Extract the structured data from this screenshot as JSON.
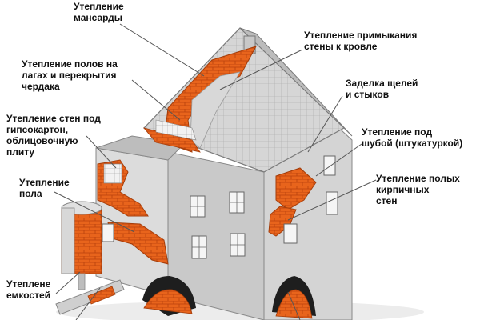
{
  "labels": {
    "attic": "Утепление\nмансарды",
    "floors_on_joists": "Утепление полов на\nлагах и перекрытия\nчердака",
    "roof_junction": "Утепление примыкания\nстены к кровле",
    "cracks_joints": "Заделка щелей\nи стыков",
    "walls_drywall": "Утепление стен под\nгипсокартон,\nоблицовочную\nплиту",
    "under_plaster": "Утепление под\nшубой (штукатуркой)",
    "floor": "Утепление\nпола",
    "hollow_brick": "Утепление полых\nкирпичных\nстен",
    "tanks": "Утеплене\nемкостей"
  },
  "colors": {
    "insulation": "#e8641c",
    "insulation_dark": "#b8400c",
    "wall_light": "#e3e3e3",
    "wall_shade": "#c4c4c4",
    "roof": "#d6d6d6",
    "leader": "#555555",
    "window": "#f5f5f5"
  }
}
